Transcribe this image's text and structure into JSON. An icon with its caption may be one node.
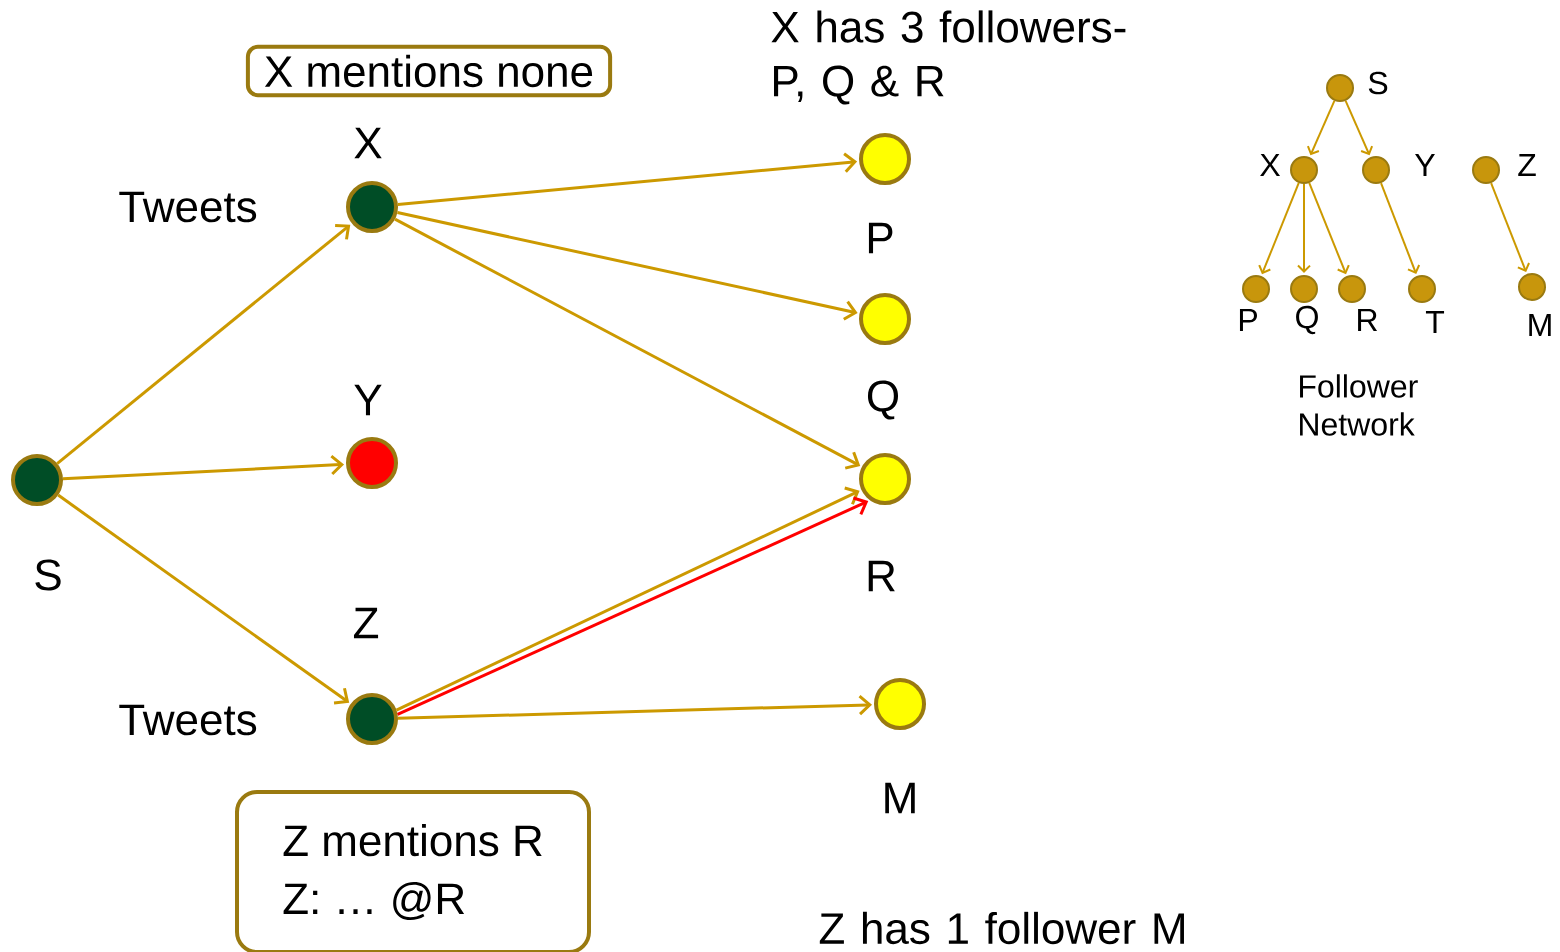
{
  "diagram": {
    "nodes": [
      {
        "text": [
          "X mentions none"
        ]
      },
      {
        "text": [
          "Z mentions R",
          "Z: … @R"
        ]
      },
      {
        "text": [],
        "shape": "circle",
        "beside": [
          "S"
        ]
      },
      {
        "text": [],
        "shape": "circle",
        "beside": [
          "X"
        ]
      },
      {
        "text": [],
        "shape": "circle",
        "beside": [
          "Y"
        ]
      },
      {
        "text": [],
        "shape": "circle",
        "beside": [
          "Z"
        ]
      },
      {
        "text": [],
        "shape": "circle",
        "beside": [
          "P"
        ]
      },
      {
        "text": [],
        "shape": "circle",
        "beside": [
          "Q"
        ]
      },
      {
        "text": [],
        "shape": "circle",
        "beside": [
          "R"
        ]
      },
      {
        "text": [],
        "shape": "circle",
        "beside": [
          "M"
        ]
      },
      {
        "text": [],
        "shape": "circle",
        "beside": [
          "S"
        ]
      },
      {
        "text": [],
        "shape": "circle",
        "beside": [
          "X"
        ]
      },
      {
        "text": [],
        "shape": "circle",
        "beside": [
          "Y"
        ]
      },
      {
        "text": [],
        "shape": "circle",
        "beside": [
          "Z"
        ]
      },
      {
        "text": [],
        "shape": "circle",
        "beside": [
          "P"
        ]
      },
      {
        "text": [],
        "shape": "circle",
        "beside": [
          "Q"
        ]
      },
      {
        "text": [],
        "shape": "circle",
        "beside": [
          "R"
        ]
      },
      {
        "text": [],
        "shape": "circle",
        "beside": [
          "T"
        ]
      },
      {
        "text": [],
        "shape": "circle",
        "beside": [
          "M"
        ]
      }
    ],
    "edges": [
      {
        "from": 2,
        "to": 3,
        "arrow": "to",
        "label": "Tweets"
      },
      {
        "from": 2,
        "to": 4,
        "arrow": "to"
      },
      {
        "from": 2,
        "to": 5,
        "arrow": "to",
        "label": "Tweets"
      },
      {
        "from": 3,
        "to": 6,
        "arrow": "to"
      },
      {
        "from": 3,
        "to": 7,
        "arrow": "to"
      },
      {
        "from": 3,
        "to": 8,
        "arrow": "to"
      },
      {
        "from": 5,
        "to": 8,
        "arrow": "to"
      },
      {
        "from": 5,
        "to": 8,
        "arrow": "to",
        "color": "#ff0000"
      },
      {
        "from": 5,
        "to": 9,
        "arrow": "to"
      },
      {
        "from": 10,
        "to": 11,
        "arrow": "to"
      },
      {
        "from": 10,
        "to": 12,
        "arrow": "to"
      },
      {
        "from": 11,
        "to": 14,
        "arrow": "to"
      },
      {
        "from": 11,
        "to": 15,
        "arrow": "to"
      },
      {
        "from": 11,
        "to": 16,
        "arrow": "to"
      },
      {
        "from": 12,
        "to": 17,
        "arrow": "to"
      },
      {
        "from": 13,
        "to": 18,
        "arrow": "to"
      }
    ],
    "labels": [
      "X has 3 followers- P, Q & R",
      "Follower Network",
      "Z has 1 follower M"
    ]
  }
}
